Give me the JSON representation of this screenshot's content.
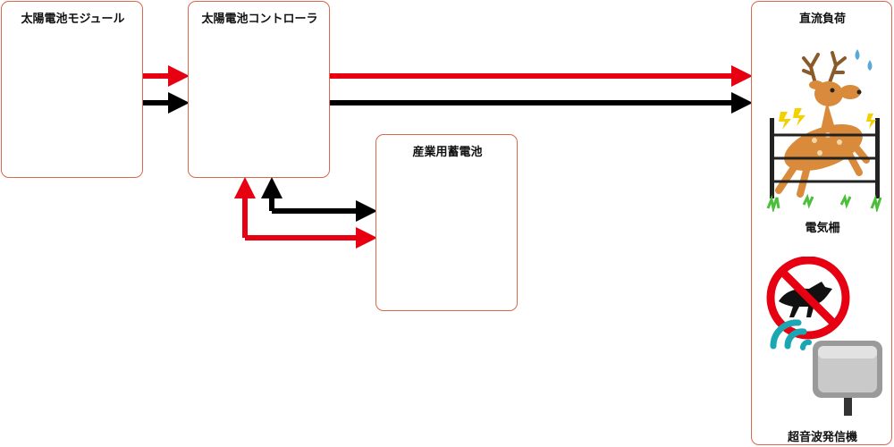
{
  "blocks": {
    "solar_module": "太陽電池モジュール",
    "controller": "太陽電池コントローラ",
    "battery": "産業用蓄電池",
    "dc_load": "直流負荷"
  },
  "loads": {
    "electric_fence": "電気柵",
    "ultrasonic_emitter": "超音波発信機"
  },
  "colors": {
    "positive_wire": "#e60012",
    "negative_wire": "#000000",
    "box_border": "#d9674a",
    "deer": "#d98a3a",
    "prohibit": "#e60012",
    "wave": "#1aa7b2"
  }
}
